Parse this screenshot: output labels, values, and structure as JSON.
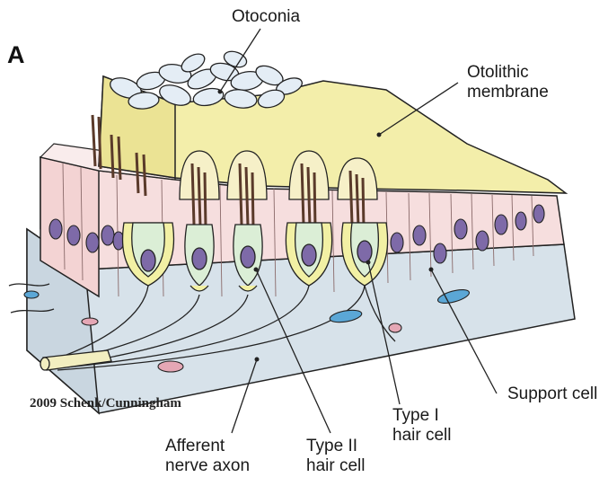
{
  "panel_label": "A",
  "credit": "2009 Schenk/Cunningham",
  "labels": {
    "otoconia": "Otoconia",
    "otolithic_membrane": [
      "Otolithic",
      "membrane"
    ],
    "support_cell": "Support cell",
    "type1_hair_cell": [
      "Type I",
      "hair cell"
    ],
    "type2_hair_cell": [
      "Type II",
      "hair cell"
    ],
    "afferent_nerve_axon": [
      "Afferent",
      "nerve axon"
    ]
  },
  "colors": {
    "membrane": "#f3eeaa",
    "support_cell": "#f6dede",
    "type1_cell": "#dbeed6",
    "calyx": "#f2f0a4",
    "nucleus": "#7e6aa8",
    "base_layer": "#d7e2ea",
    "otoconia": "#e4edf5",
    "outline": "#222222"
  }
}
